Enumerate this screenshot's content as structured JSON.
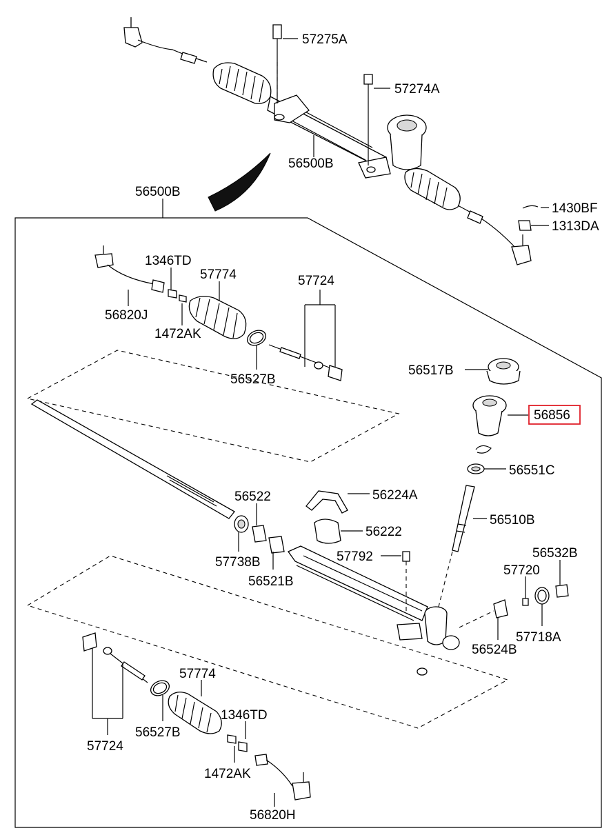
{
  "diagram": {
    "highlight_color": "#e0202a",
    "labels": {
      "p57275A": "57275A",
      "p57274A": "57274A",
      "p56500B_top": "56500B",
      "p56500B_frame": "56500B",
      "p1430BF": "1430BF",
      "p1313DA": "1313DA",
      "p1346TD_top": "1346TD",
      "p57774_top": "57774",
      "p57724_top": "57724",
      "p56820J": "56820J",
      "p1472AK_top": "1472AK",
      "p56527B_top": "56527B",
      "p56517B": "56517B",
      "p56856": "56856",
      "p56551C": "56551C",
      "p56522": "56522",
      "p56224A": "56224A",
      "p56222": "56222",
      "p56510B": "56510B",
      "p57792": "57792",
      "p57738B": "57738B",
      "p56521B": "56521B",
      "p56532B": "56532B",
      "p57720": "57720",
      "p57718A": "57718A",
      "p56524B": "56524B",
      "p57774_bot": "57774",
      "p1346TD_bot": "1346TD",
      "p57724_bot": "57724",
      "p56527B_bot": "56527B",
      "p1472AK_bot": "1472AK",
      "p56820H": "56820H"
    }
  }
}
